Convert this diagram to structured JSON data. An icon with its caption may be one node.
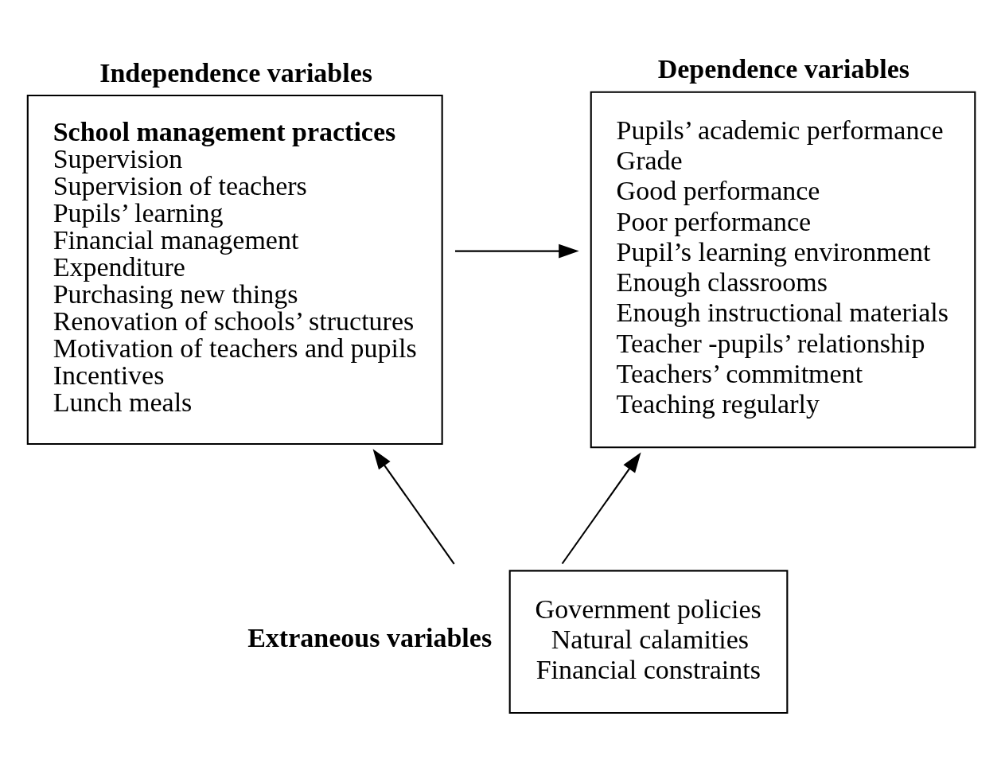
{
  "diagram": {
    "nodes": [
      {
        "text": [
          "Independence variables",
          "School management practices",
          "Supervision",
          "Supervision of teachers",
          "Pupils’ learning",
          "Financial management",
          "Expenditure",
          "Purchasing new things",
          "Renovation of schools’ structures",
          "Motivation of teachers and pupils",
          "Incentives",
          "Lunch meals"
        ]
      },
      {
        "text": [
          "Dependence variables",
          "Pupils’ academic performance",
          "Grade",
          "Good performance",
          "Poor performance",
          "Pupil’s learning environment",
          "Enough classrooms",
          "Enough instructional materials",
          "Teacher -pupils’ relationship",
          "Teachers’ commitment",
          "Teaching regularly"
        ]
      },
      {
        "text": [
          "Extraneous variables",
          "Government policies",
          "Natural calamities",
          "Financial constraints"
        ]
      }
    ],
    "edges": [
      {
        "from": 0,
        "to": 1,
        "arrow": "to"
      },
      {
        "from": 2,
        "to": 0,
        "arrow": "to"
      },
      {
        "from": 2,
        "to": 1,
        "arrow": "to"
      }
    ]
  }
}
